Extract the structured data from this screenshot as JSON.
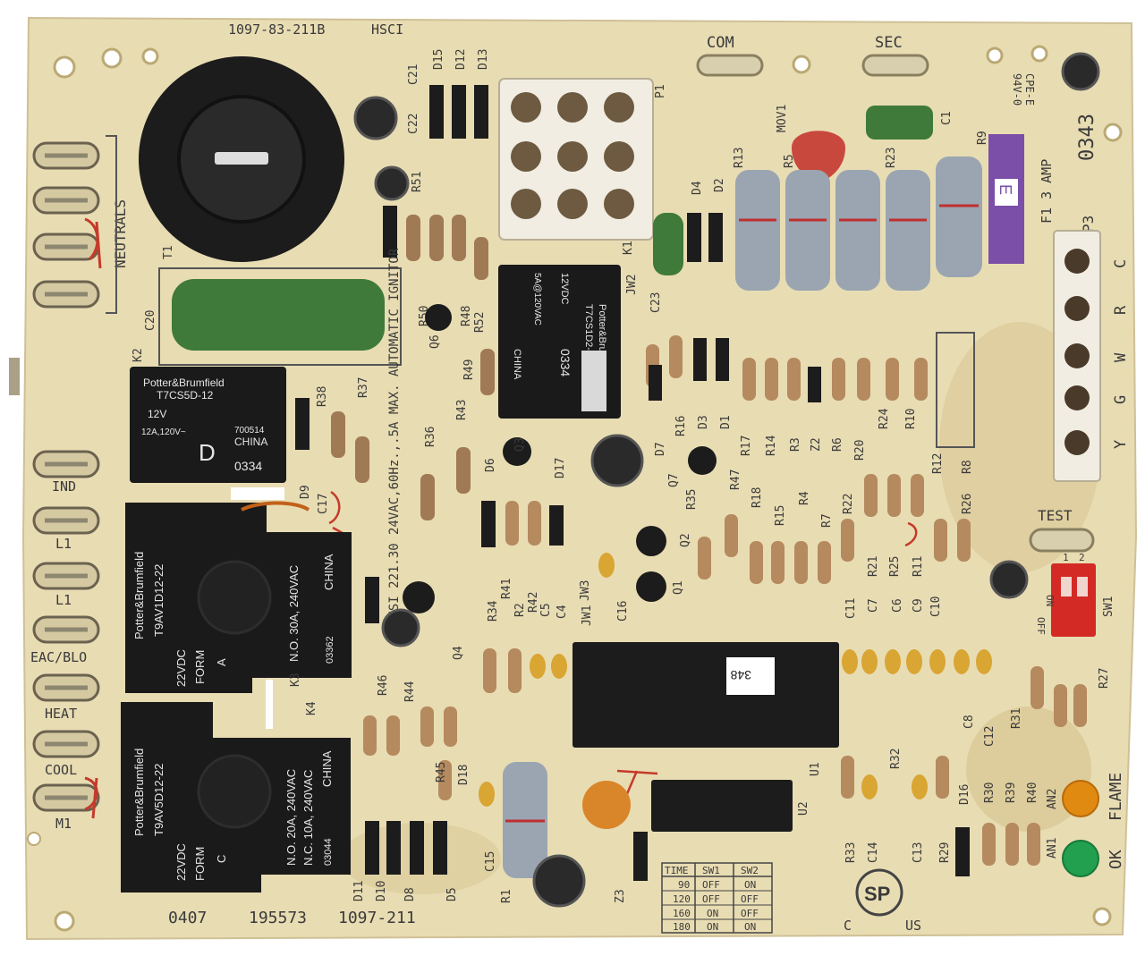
{
  "board": {
    "part_top": "1097-83-211B",
    "hsci": "HSCI",
    "bottom_code": "0407",
    "bottom_serial": "195573",
    "bottom_part": "1097-211",
    "com": "COM",
    "sec": "SEC",
    "test": "TEST",
    "flame": "FLAME",
    "ok": "OK",
    "ignitor_text": "24VAC,60Hz.,.5A MAX. AUTOMATIC IGNITOR",
    "ansi": "ANSI 221.30",
    "fuse_label": "F1 3 AMP",
    "fuse_letter": "E",
    "p3": "P3",
    "p3_num": "0343",
    "cpe": "CPE-E",
    "v0": "94V-0",
    "neutrals": "NEUTRALS",
    "ic_sticker": "348",
    "sp_mark": "SP",
    "c_letter": "C",
    "us_letters": "US"
  },
  "terminals": {
    "ind": "IND",
    "l1a": "L1",
    "l1b": "L1",
    "eac": "EAC/BLO",
    "heat": "HEAT",
    "cool": "COOL",
    "m1": "M1"
  },
  "connector_pins": [
    "Y",
    "G",
    "W",
    "R",
    "C"
  ],
  "relays": {
    "k2": {
      "brand": "Potter&Brumfield",
      "model": "T7CS5D-12",
      "volt": "12V",
      "rating": "12A,120V~",
      "code": "700514",
      "origin": "CHINA",
      "letter": "D",
      "date": "0334"
    },
    "k1": {
      "volt": "12VDC",
      "rating": "5A@120VAC",
      "brand": "Potter&Brumfield",
      "model": "T7CS1D2-12",
      "date": "0334",
      "origin": "CHINA"
    },
    "k3": {
      "brand": "Potter&Brumfield",
      "model": "T9AV1D12-22",
      "volt": "22VDC",
      "form": "FORM",
      "form_letter": "A",
      "rating": "N.O. 30A, 240VAC",
      "origin": "CHINA",
      "date": "03362"
    },
    "k4": {
      "brand": "Potter&Brumfield",
      "model": "T9AV5D12-22",
      "volt": "22VDC",
      "form": "FORM",
      "form_letter": "C",
      "rating_no": "N.O. 20A, 240VAC",
      "rating_nc": "N.C. 10A, 240VAC",
      "origin": "CHINA",
      "date": "03044"
    }
  },
  "refdes": {
    "c21": "C21",
    "c22": "C22",
    "d15": "D15",
    "d12": "D12",
    "d13": "D13",
    "r51": "R51",
    "p1": "P1",
    "t1": "T1",
    "c20": "C20",
    "k2": "K2",
    "r38": "R38",
    "r37": "R37",
    "r36": "R36",
    "r43": "R43",
    "r49": "R49",
    "r50": "R50",
    "r48": "R48",
    "r52": "R52",
    "q6": "Q6",
    "q3": "Q3",
    "d6": "D6",
    "d17": "D17",
    "k1": "K1",
    "c23": "C23",
    "jw2": "JW2",
    "mov1": "MOV1",
    "c1": "C1",
    "r13": "R13",
    "r5": "R5",
    "r23": "R23",
    "r9": "R9",
    "d4": "D4",
    "d2": "D2",
    "d7": "D7",
    "r16": "R16",
    "d3": "D3",
    "d1": "D1",
    "r17": "R17",
    "r14": "R14",
    "r3": "R3",
    "z2": "Z2",
    "r6": "R6",
    "r20": "R20",
    "r24": "R24",
    "r10": "R10",
    "q7": "Q7",
    "r35": "R35",
    "r47": "R47",
    "r18": "R18",
    "r15": "R15",
    "r4": "R4",
    "r7": "R7",
    "r22": "R22",
    "r21": "R21",
    "r25": "R25",
    "r11": "R11",
    "r12": "R12",
    "r26": "R26",
    "r8": "R8",
    "q2": "Q2",
    "q1": "Q1",
    "jw3": "JW3",
    "c16": "C16",
    "c11": "C11",
    "c7": "C7",
    "c6": "C6",
    "c9": "C9",
    "c10": "C10",
    "jw1": "JW1",
    "r34": "R34",
    "r41": "R41",
    "r2": "R2",
    "r42": "R42",
    "c5": "C5",
    "c4": "C4",
    "q4": "Q4",
    "k3": "K3",
    "k4": "K4",
    "r46": "R46",
    "r44": "R44",
    "r45": "R45",
    "d18": "D18",
    "c15": "C15",
    "r1": "R1",
    "z3": "Z3",
    "u2": "U2",
    "u1": "U1",
    "c8": "C8",
    "c12": "C12",
    "r31": "R31",
    "r27": "R27",
    "sw1": "SW1",
    "r33": "R33",
    "c14": "C14",
    "r32": "R32",
    "c13": "C13",
    "r29": "R29",
    "d16": "D16",
    "r30": "R30",
    "r39": "R39",
    "r40": "R40",
    "an2": "AN2",
    "an1": "AN1",
    "d11": "D11",
    "d8": "D8",
    "d5": "D5",
    "c17": "C17",
    "d9": "D9",
    "d10": "D10"
  },
  "dip": {
    "on": "ON",
    "off": "OFF",
    "n1": "1",
    "n2": "2"
  },
  "table": {
    "headers": [
      "TIME",
      "SW1",
      "SW2"
    ],
    "rows": [
      [
        "90",
        "OFF",
        "ON"
      ],
      [
        "120",
        "OFF",
        "OFF"
      ],
      [
        "160",
        "ON",
        "OFF"
      ],
      [
        "180",
        "ON",
        "ON"
      ]
    ]
  },
  "colors": {
    "board": "#e8dcb3",
    "relay": "#1a1a1a",
    "led_flame": "#e08a12",
    "led_ok": "#22a050",
    "dip": "#d42a25",
    "fuse": "#7b4fa8",
    "capacitor_green": "#3f7a3a",
    "resistor_blue": "#9aa5b1",
    "handwriting": "#c53a2a"
  }
}
